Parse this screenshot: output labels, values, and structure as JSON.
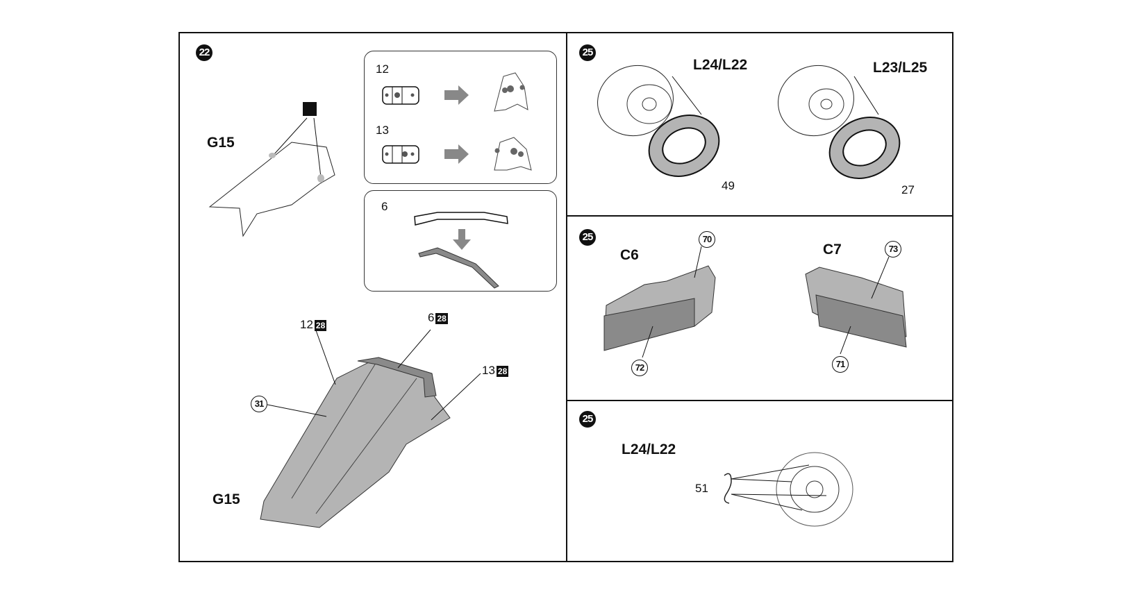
{
  "panel_step22": {
    "step": "22",
    "top_part_label": "G15",
    "bottom_part_label": "G15",
    "inset_a": {
      "row1_part": "12",
      "row2_part": "13"
    },
    "inset_b": {
      "part": "6"
    },
    "callouts": {
      "part12": "12",
      "part6": "6",
      "part13": "13",
      "paint_code": "28",
      "color_circle": "31"
    }
  },
  "panel_step25_discs": {
    "step": "25",
    "left_label": "L24/L22",
    "left_part": "49",
    "right_label": "L23/L25",
    "right_part": "27"
  },
  "panel_step25_calipers": {
    "step": "25",
    "left_label": "C6",
    "left_upper_color": "70",
    "left_lower_color": "72",
    "right_label": "C7",
    "right_upper_color": "73",
    "right_lower_color": "71"
  },
  "panel_step25_clips": {
    "step": "25",
    "label": "L24/L22",
    "part": "51"
  },
  "colors": {
    "part_gray": "#b4b4b4",
    "dark_gray": "#8a8a8a",
    "line": "#111111"
  }
}
